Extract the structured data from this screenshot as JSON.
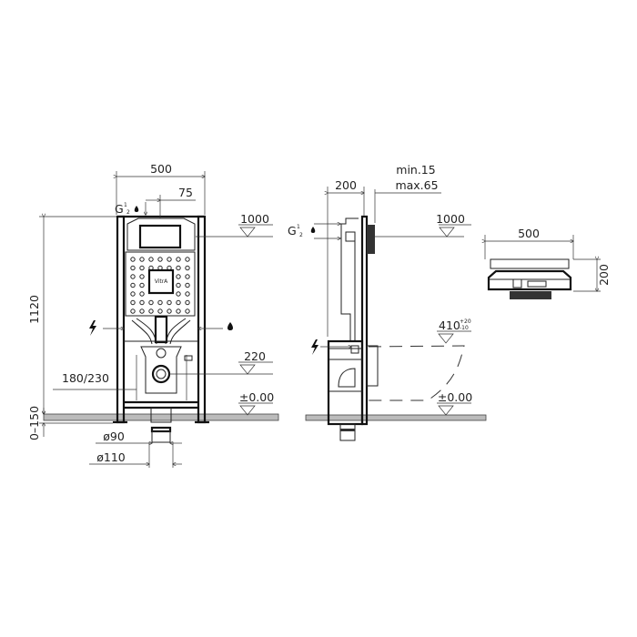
{
  "front_view": {
    "width": "500",
    "offset": "75",
    "inlet": {
      "main": "G",
      "fraction_num": "1",
      "fraction_den": "2"
    },
    "height": "1120",
    "flush_height": "1000",
    "drain_height": "220",
    "drain_spacing": "180/230",
    "floor_level": "±0.00",
    "foot_adjust": "0–150",
    "pipe_inner": "ø90",
    "pipe_outer": "ø110",
    "logo": "VitrA"
  },
  "side_view": {
    "depth": "200",
    "wall_min": "min.15",
    "wall_max": "max.65",
    "inlet": {
      "main": "G",
      "fraction_num": "1",
      "fraction_den": "2"
    },
    "flush_height": "1000",
    "seat_height": "410",
    "seat_tol_plus": "+20",
    "seat_tol_minus": "-10",
    "floor_level": "±0.00"
  },
  "top_view": {
    "width": "500",
    "depth": "200"
  },
  "icons": [
    "electric-icon",
    "water-drop-icon"
  ]
}
